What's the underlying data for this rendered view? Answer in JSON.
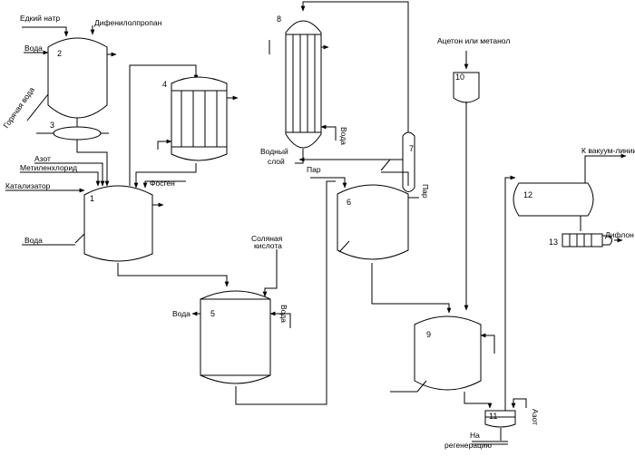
{
  "labels": {
    "naoh": "Едкий натр",
    "diphenylolpropane": "Дифенилолпропан",
    "water_2": "Вода",
    "hot_water": "Горячая вода",
    "nitrogen_1": "Азот",
    "methylene_chloride": "Метиленхлорид",
    "catalyst": "Катализатор",
    "phosgene": "Фосген",
    "water_1": "Вода",
    "water_5_left": "Вода",
    "hcl_line1": "Соляная",
    "hcl_line2": "кислота",
    "water_5_right": "Вода",
    "water_8": "Вода",
    "aqueous_layer_line1": "Водный",
    "aqueous_layer_line2": "слой",
    "steam_6_in": "Пар",
    "steam_6_right": "Пар",
    "acetone_methanol": "Ацетон или метанол",
    "to_vacuum": "К вакуум-линии",
    "diflon": "Дифлон",
    "nitrogen_11": "Азот",
    "to_regeneration_line1": "На",
    "to_regeneration_line2": "регенерацию"
  },
  "numbers": {
    "n1": "1",
    "n2": "2",
    "n3": "3",
    "n4": "4",
    "n5": "5",
    "n6": "6",
    "n7": "7",
    "n8": "8",
    "n9": "9",
    "n10": "10",
    "n11": "11",
    "n12": "12",
    "n13": "13"
  }
}
